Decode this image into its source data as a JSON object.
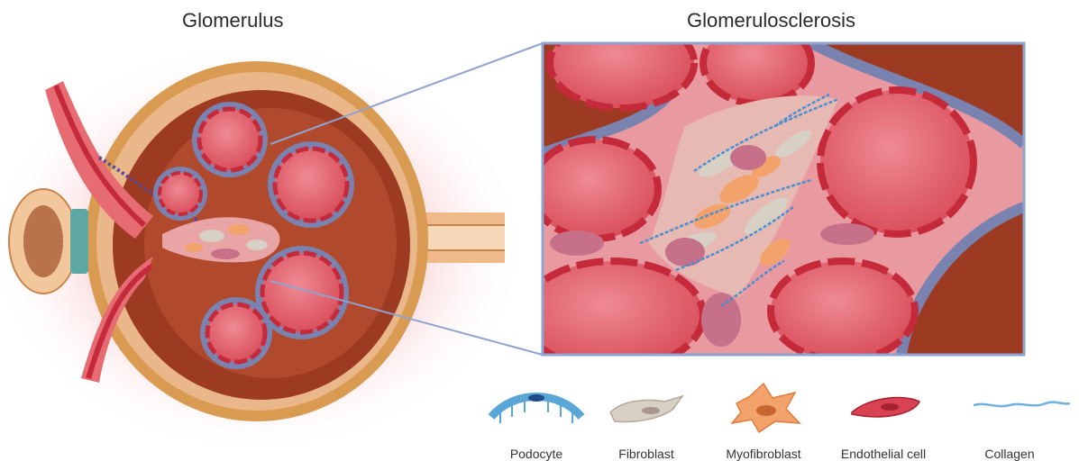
{
  "titles": {
    "left": "Glomerulus",
    "right": "Glomerulosclerosis"
  },
  "legend": {
    "podocyte": "Podocyte",
    "fibroblast": "Fibroblast",
    "myofibroblast": "Myofibroblast",
    "endothelial": "Endothelial cell",
    "collagen": "Collagen"
  },
  "colors": {
    "capsule": "#d99a52",
    "bowman_space": "#9c3a22",
    "capillary": "#e05a66",
    "endothelium": "#c42a3a",
    "podocyte": "#7a82b0",
    "fibroblast": "#d8cfc5",
    "myofibroblast": "#f3a26c",
    "collagen": "#4a8fd0",
    "zoom_frame": "#8ea3cf"
  }
}
